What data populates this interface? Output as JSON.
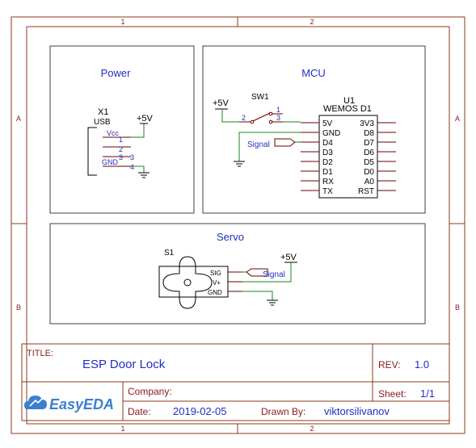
{
  "frame": {
    "columns": [
      "1",
      "2",
      "1"
    ],
    "rows": [
      "A",
      "B"
    ]
  },
  "sections": {
    "power": "Power",
    "mcu": "MCU",
    "servo": "Servo"
  },
  "power": {
    "ref": "X1",
    "value": "USB",
    "vcc_label": "+5V",
    "pins": [
      {
        "name": "Vcc",
        "num": "1"
      },
      {
        "name": "",
        "num": "2"
      },
      {
        "name": "",
        "num": "3"
      },
      {
        "name": "GND",
        "num": "4"
      }
    ]
  },
  "mcu": {
    "switch_ref": "SW1",
    "switch_pins": {
      "p1": "1",
      "p2": "2",
      "p3": "3"
    },
    "vcc_label": "+5V",
    "net_label": "Signal",
    "ref": "U1",
    "value": "WEMOS D1",
    "left_pins": [
      "5V",
      "GND",
      "D4",
      "D3",
      "D2",
      "D1",
      "RX",
      "TX"
    ],
    "right_pins": [
      "3V3",
      "D8",
      "D7",
      "D6",
      "D5",
      "D0",
      "A0",
      "RST"
    ]
  },
  "servo": {
    "ref": "S1",
    "vcc_label": "+5V",
    "net_label": "Signal",
    "pins": [
      "SIG",
      "V+",
      "GND"
    ]
  },
  "title_block": {
    "title_label": "TITLE:",
    "title": "ESP Door Lock",
    "rev_label": "REV:",
    "rev": "1.0",
    "company_label": "Company:",
    "company": "",
    "sheet_label": "Sheet:",
    "sheet": "1/1",
    "date_label": "Date:",
    "date": "2019-02-05",
    "drawn_label": "Drawn By:",
    "drawn_by": "viktorsilivanov",
    "logo_text": "EasyEDA"
  }
}
